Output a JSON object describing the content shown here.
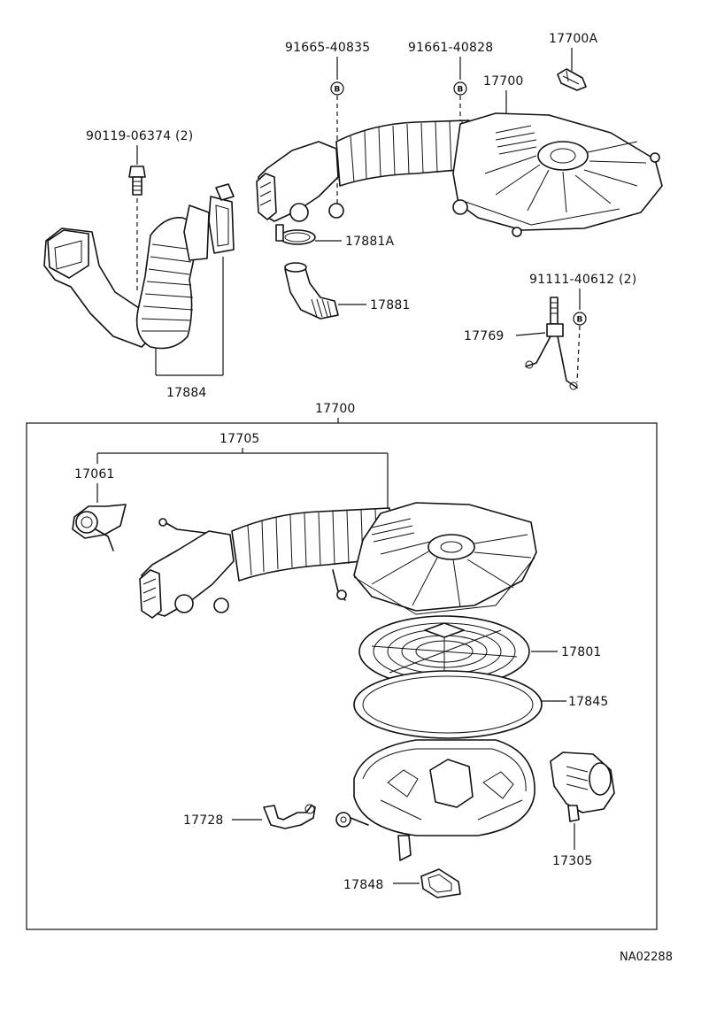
{
  "labels": {
    "p91665": "91665-40835",
    "p91661": "91661-40828",
    "p17700A": "17700A",
    "p17700_top": "17700",
    "p90119": "90119-06374 (2)",
    "p17881A": "17881A",
    "p17881": "17881",
    "p91111": "91111-40612 (2)",
    "p17769": "17769",
    "p17884": "17884",
    "p17700_box": "17700",
    "p17705": "17705",
    "p17061": "17061",
    "p17801": "17801",
    "p17845": "17845",
    "p17728": "17728",
    "p17305": "17305",
    "p17848": "17848",
    "badge_letter": "B",
    "drawing_code": "NA02288"
  }
}
